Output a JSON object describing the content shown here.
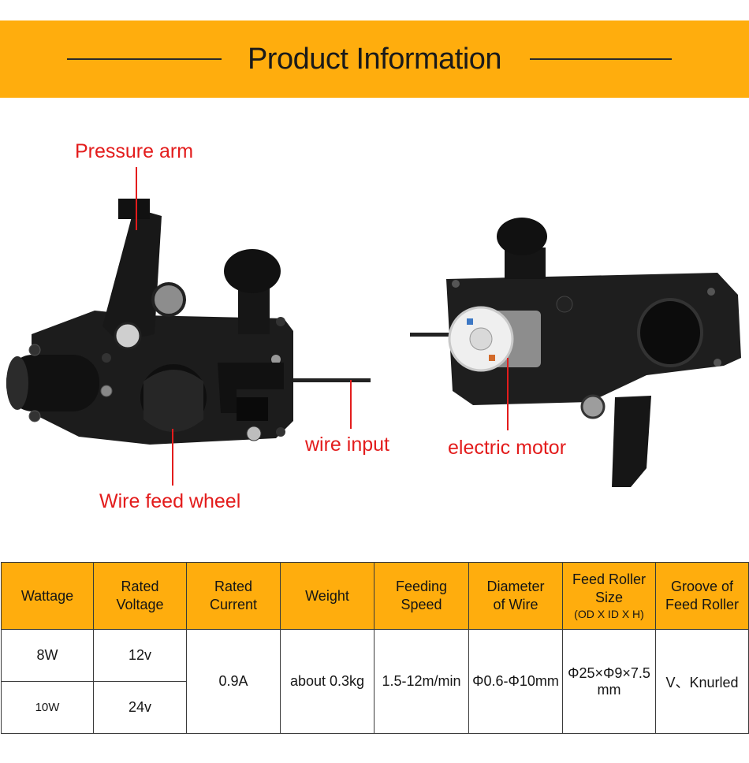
{
  "header": {
    "title": "Product Information"
  },
  "callouts": {
    "pressure_arm": "Pressure arm",
    "wire_input": "wire input",
    "wire_feed_wheel": "Wire feed wheel",
    "electric_motor": "electric motor"
  },
  "colors": {
    "banner": "#FFAD0D",
    "callout": "#e31c1c",
    "device": "#1c1c1c"
  },
  "spec_table": {
    "headers": {
      "wattage": "Wattage",
      "voltage_1": "Rated",
      "voltage_2": "Voltage",
      "current_1": "Rated",
      "current_2": "Current",
      "weight": "Weight",
      "speed_1": "Feeding",
      "speed_2": "Speed",
      "diameter_1": "Diameter",
      "diameter_2": "of Wire",
      "roller_1": "Feed Roller",
      "roller_2": "Size",
      "roller_3": "(OD X ID X H)",
      "groove_1": "Groove of",
      "groove_2": "Feed Roller"
    },
    "rows": [
      {
        "wattage": "8W",
        "voltage": "12v"
      },
      {
        "wattage": "10W",
        "voltage": "24v"
      }
    ],
    "shared": {
      "current": "0.9A",
      "weight": "about 0.3kg",
      "speed": "1.5-12m/min",
      "diameter": "Φ0.6-Φ10mm",
      "roller_1": "Φ25×Φ9×7.5",
      "roller_2": "mm",
      "groove": "V、Knurled"
    }
  }
}
